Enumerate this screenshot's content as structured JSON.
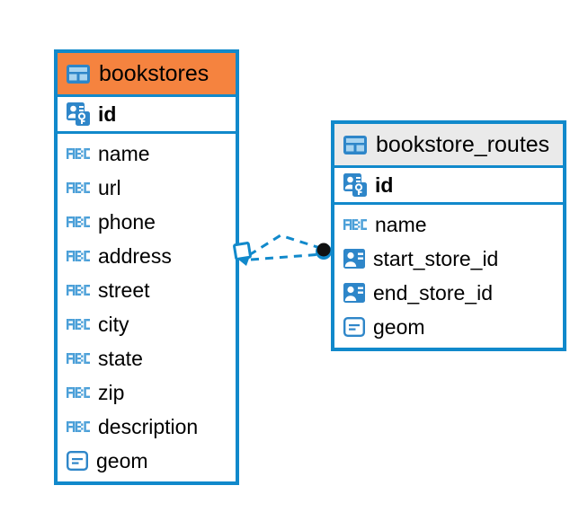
{
  "diagram": {
    "type": "entity-relationship-diagram",
    "background": "#ffffff",
    "accent_color": "#1189CB",
    "highlight_color": "#F5833F",
    "header_grey": "#EAEAEA"
  },
  "tables": [
    {
      "name": "bookstores",
      "header_style": "accent-orange",
      "table_icon": "table-icon",
      "primary_key": {
        "label": "id",
        "icon": "primary-key-icon",
        "type": "pk"
      },
      "fields": [
        {
          "label": "name",
          "icon": "text-abc-icon",
          "type": "text"
        },
        {
          "label": "url",
          "icon": "text-abc-icon",
          "type": "text"
        },
        {
          "label": "phone",
          "icon": "text-abc-icon",
          "type": "text"
        },
        {
          "label": "address",
          "icon": "text-abc-icon",
          "type": "text"
        },
        {
          "label": "street",
          "icon": "text-abc-icon",
          "type": "text"
        },
        {
          "label": "city",
          "icon": "text-abc-icon",
          "type": "text"
        },
        {
          "label": "state",
          "icon": "text-abc-icon",
          "type": "text"
        },
        {
          "label": "zip",
          "icon": "text-abc-icon",
          "type": "text"
        },
        {
          "label": "description",
          "icon": "text-abc-icon",
          "type": "text"
        },
        {
          "label": "geom",
          "icon": "geometry-icon",
          "type": "geometry"
        }
      ]
    },
    {
      "name": "bookstore_routes",
      "header_style": "accent-grey",
      "table_icon": "table-icon",
      "primary_key": {
        "label": "id",
        "icon": "primary-key-icon",
        "type": "pk"
      },
      "fields": [
        {
          "label": "name",
          "icon": "text-abc-icon",
          "type": "text"
        },
        {
          "label": "start_store_id",
          "icon": "foreign-key-icon",
          "type": "fk"
        },
        {
          "label": "end_store_id",
          "icon": "foreign-key-icon",
          "type": "fk"
        },
        {
          "label": "geom",
          "icon": "geometry-icon",
          "type": "geometry"
        }
      ]
    }
  ],
  "relationship": {
    "name": "bookstores-to-bookstore-routes",
    "line_style": "dashed",
    "line_color": "#1189CB",
    "source_marker": "crowsfoot-diamond-marker",
    "target_marker": "filled-circle-marker"
  }
}
